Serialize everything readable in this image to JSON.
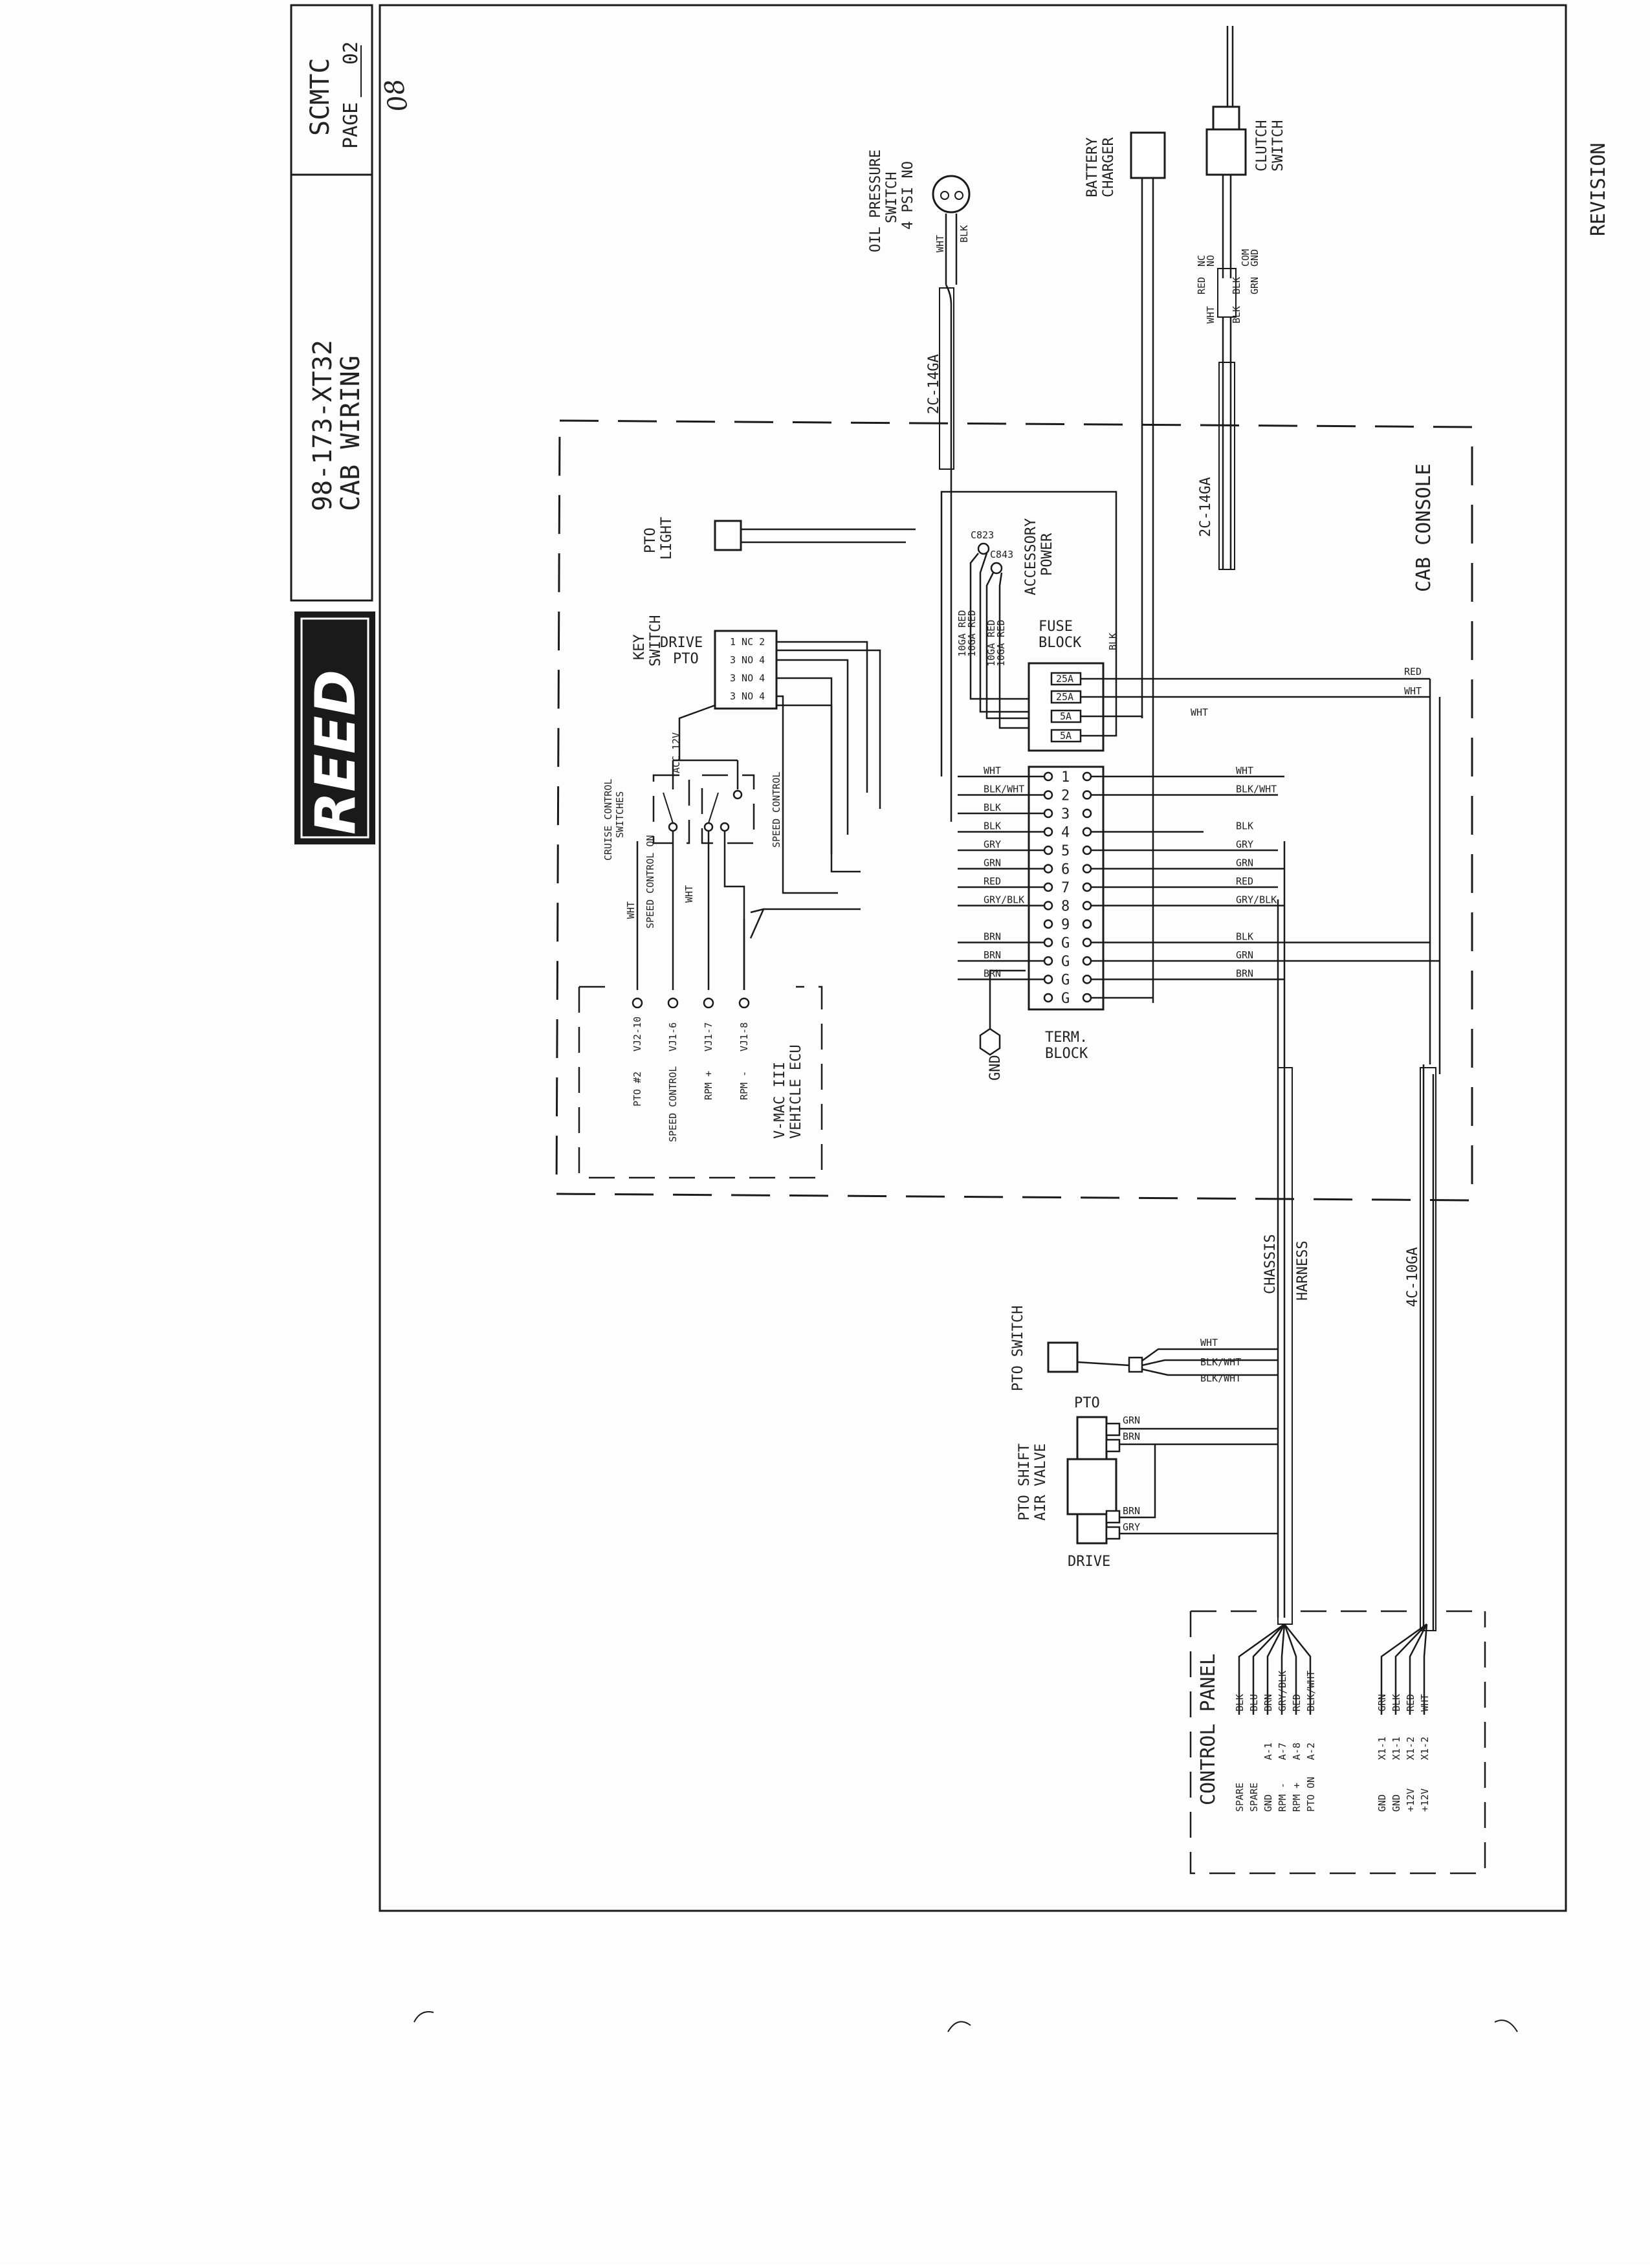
{
  "title_block": {
    "doc_number": "98-173-XT32",
    "doc_title": "CAB WIRING",
    "project": "SCMTC",
    "page_label": "PAGE",
    "page_number": "02",
    "handwritten_note": "08",
    "logo_text": "REED"
  },
  "revision_label": "REVISION",
  "cab_console": {
    "label": "CAB CONSOLE",
    "cable_2c_top": "2C-14GA",
    "cable_2c_right": "2C-14GA"
  },
  "oil_pressure_switch": {
    "label_line1": "OIL PRESSURE",
    "label_line2": "SWITCH",
    "label_line3": "4 PSI NO",
    "wires": [
      "WHT",
      "BLK"
    ]
  },
  "battery_charger": {
    "line1": "BATTERY",
    "line2": "CHARGER"
  },
  "clutch_switch": {
    "line1": "CLUTCH",
    "line2": "SWITCH",
    "pins": [
      "NC",
      "NO",
      "COM",
      "GND"
    ],
    "wires": [
      "RED",
      "WHT",
      "BLK",
      "BLK",
      "GRN"
    ]
  },
  "pto_light": {
    "line1": "PTO",
    "line2": "LIGHT"
  },
  "accessory_power": {
    "line1": "ACCESSORY",
    "line2": "POWER",
    "posts": [
      "C823",
      "C843"
    ],
    "wires": [
      "10GA RED",
      "10GA RED",
      "10GA RED",
      "10GA RED"
    ]
  },
  "fuse_block": {
    "line1": "FUSE",
    "line2": "BLOCK",
    "fuses": [
      "25A",
      "25A",
      "5A",
      "5A"
    ],
    "wire_blk": "BLK",
    "wire_wht": "WHT",
    "right_wires": [
      "RED",
      "WHT"
    ]
  },
  "key_switch": {
    "line1": "KEY",
    "line2": "SWITCH",
    "drive": "DRIVE",
    "pto": "PTO",
    "acc": "ACC 12V",
    "rows": [
      "1 NC 2",
      "3 NO 4",
      "3 NO 4",
      "3 NO 4"
    ]
  },
  "cruise_control": {
    "line1": "CRUISE CONTROL",
    "line2": "SWITCHES",
    "speed_control": "SPEED CONTROL",
    "speed_control_on": "SPEED CONTROL ON",
    "wires": [
      "WHT",
      "WHT"
    ]
  },
  "vehicle_ecu": {
    "line1": "V-MAC III",
    "line2": "VEHICLE ECU",
    "pins": [
      {
        "name": "PTO #2",
        "code": "VJ2-10"
      },
      {
        "name": "SPEED CONTROL",
        "code": "VJ1-6"
      },
      {
        "name": "RPM +",
        "code": "VJ1-7"
      },
      {
        "name": "RPM -",
        "code": "VJ1-8"
      }
    ]
  },
  "terminal_block": {
    "line1": "TERM.",
    "line2": "BLOCK",
    "terminals": [
      "1",
      "2",
      "3",
      "4",
      "5",
      "6",
      "7",
      "8",
      "9",
      "G",
      "G",
      "G",
      "G"
    ],
    "left_wires": [
      "WHT",
      "BLK/WHT",
      "BLK",
      "BLK",
      "GRY",
      "GRN",
      "RED",
      "GRY/BLK",
      "",
      "BRN",
      "BRN",
      "BRN",
      ""
    ],
    "right_wires": [
      "WHT",
      "BLK/WHT",
      "",
      "BLK",
      "GRY",
      "GRN",
      "RED",
      "GRY/BLK",
      "",
      "BLK",
      "GRN",
      "BRN",
      ""
    ],
    "gnd": "GND"
  },
  "chassis_harness": {
    "line1": "CHASSIS",
    "line2": "HARNESS"
  },
  "cable_4c": "4C-10GA",
  "pto_switch": {
    "label": "PTO SWITCH",
    "wires": [
      "WHT",
      "BLK/WHT",
      "BLK/WHT"
    ]
  },
  "pto_shift_valve": {
    "line1": "PTO SHIFT",
    "line2": "AIR VALVE",
    "pto": "PTO",
    "drive": "DRIVE",
    "wires_top": [
      "GRN",
      "BRN"
    ],
    "wires_bottom": [
      "BRN",
      "GRY"
    ]
  },
  "control_panel": {
    "label": "CONTROL PANEL",
    "group1": [
      {
        "name": "SPARE",
        "pin": "",
        "wire": "BLK"
      },
      {
        "name": "SPARE",
        "pin": "",
        "wire": "BLU"
      },
      {
        "name": "GND",
        "pin": "A-1",
        "wire": "BRN"
      },
      {
        "name": "RPM -",
        "pin": "A-7",
        "wire": "GRY/BLK"
      },
      {
        "name": "RPM +",
        "pin": "A-8",
        "wire": "RED"
      },
      {
        "name": "PTO ON",
        "pin": "A-2",
        "wire": "BLK/WHT"
      }
    ],
    "group2": [
      {
        "name": "GND",
        "pin": "X1-1",
        "wire": "GRN"
      },
      {
        "name": "GND",
        "pin": "X1-1",
        "wire": "BLK"
      },
      {
        "name": "+12V",
        "pin": "X1-2",
        "wire": "RED"
      },
      {
        "name": "+12V",
        "pin": "X1-2",
        "wire": "WHT"
      }
    ]
  }
}
